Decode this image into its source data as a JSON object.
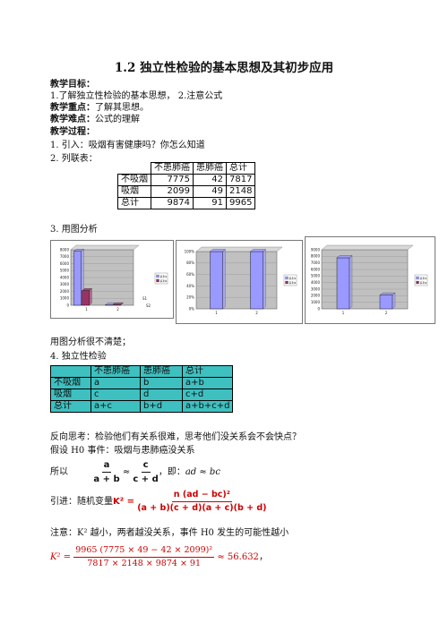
{
  "title": "1.2   独立性检验的基本思想及其初步应用",
  "sections": {
    "goal_label": "教学目标：",
    "goal_text": "1.了解独立性检验的基本思想，  2.注意公式",
    "key_label": "教学重点：",
    "key_text": "了解其思想。",
    "diff_label": "教学难点：",
    "diff_text": "公式的理解",
    "process_label": "教学过程：",
    "step1": "1.   引入：吸烟有害健康吗？你怎么知道",
    "step2": "2.   列联表：",
    "step3": "3.   用图分析",
    "note1": "用图分析很不清楚；",
    "step4": "4.   独立性检验",
    "reverse": "反向思考：检验他们有关系很难，思考他们没关系会不会快点？",
    "hypothesis": "假设 H0 事件：吸烟与患肺癌没关系",
    "so_label": "所以",
    "so_mid": "，即：",
    "so_result": "ad ≈ bc",
    "intro_label": "引进：随机变量",
    "note2": "注意：K² 越小，两者越没关系，事件 H0 发生的可能性越小"
  },
  "table1": {
    "headers": [
      "",
      "不患肺癌",
      "患肺癌",
      "总计"
    ],
    "rows": [
      [
        "不吸烟",
        "7775",
        "42",
        "7817"
      ],
      [
        "吸烟",
        "2099",
        "49",
        "2148"
      ],
      [
        "总计",
        "9874",
        "91",
        "9965"
      ]
    ]
  },
  "table2": {
    "headers": [
      "",
      "不患肺癌",
      "患肺癌",
      "总计"
    ],
    "rows": [
      [
        "不吸烟",
        "a",
        "b",
        "a+b"
      ],
      [
        "吸烟",
        "c",
        "d",
        "c+d"
      ],
      [
        "总计",
        "a+c",
        "b+d",
        "a+b+c+d"
      ]
    ]
  },
  "formulas": {
    "so_frac1_num": "a",
    "so_frac1_den": "a + b",
    "so_approx": "≈",
    "so_frac2_num": "c",
    "so_frac2_den": "c + d",
    "k2_lhs": "K² =",
    "k2_num": "n (ad − bc)²",
    "k2_den": "(a + b)(c + d)(a + c)(b + d)",
    "calc_lhs": "K² =",
    "calc_num": "9965 (7775 × 49 − 42 × 2099)²",
    "calc_den": "7817 × 2148 × 9874 × 91",
    "calc_result": "≈ 56.632",
    "calc_end": "，"
  },
  "chart_data": [
    {
      "type": "bar",
      "categories": [
        "1",
        "2"
      ],
      "series": [
        {
          "name": "",
          "values": [
            7775,
            42
          ]
        },
        {
          "name": "",
          "values": [
            2099,
            49
          ]
        }
      ],
      "yticks": [
        "0",
        "1000",
        "2000",
        "3000",
        "4000",
        "5000",
        "6000",
        "7000",
        "8000"
      ],
      "xticks": [
        "1",
        "2"
      ],
      "depth_labels": [
        "S1",
        "S2"
      ],
      "legend": [
        "系列1",
        "系列2"
      ]
    },
    {
      "type": "bar",
      "categories": [
        "1",
        "2"
      ],
      "series": [
        {
          "name": "",
          "values": [
            100,
            100
          ]
        }
      ],
      "yticks": [
        "0%",
        "20%",
        "40%",
        "60%",
        "80%",
        "100%"
      ],
      "legend": [
        "系列1",
        "系列2"
      ]
    },
    {
      "type": "bar",
      "categories": [
        "1",
        "2"
      ],
      "series": [
        {
          "name": "",
          "values": [
            7775,
            2099
          ]
        }
      ],
      "yticks": [
        "0",
        "1000",
        "2000",
        "3000",
        "4000",
        "5000",
        "6000",
        "7000",
        "8000",
        "9000"
      ],
      "legend": [
        "系列1",
        "系列2"
      ]
    }
  ]
}
